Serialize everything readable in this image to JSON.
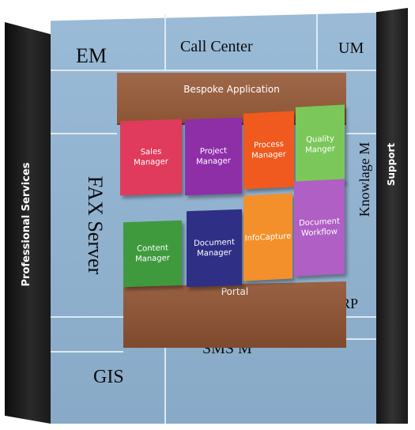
{
  "outer": {
    "left_side_label": "Professional Services",
    "right_side_label": "Support",
    "top_cells": [
      "EM",
      "Call Center",
      "UM"
    ],
    "left_label": "FAX Server",
    "right_label": "Knowlage M",
    "bottom_right": "ERP",
    "bottom_center": "SMS M",
    "bottom_left": "GIS"
  },
  "inner": {
    "top_band": "Bespoke Application",
    "bottom_band": "Portal",
    "tiles": [
      {
        "label": "Sales Manager",
        "color": "#e03a5c"
      },
      {
        "label": "Project Manager",
        "color": "#8e2fa8"
      },
      {
        "label": "Process Manager",
        "color": "#f05a1e"
      },
      {
        "label": "Quality Manger",
        "color": "#7bc75a"
      },
      {
        "label": "Content Manager",
        "color": "#3f9a3d"
      },
      {
        "label": "Document Manager",
        "color": "#2f2f86"
      },
      {
        "label": "InfoCapture",
        "color": "#f3902b"
      },
      {
        "label": "Document Workflow",
        "color": "#b05fc4"
      }
    ]
  },
  "colors": {
    "panel_blue": "#8fb3d2",
    "brown": "#8b5535",
    "dark_side": "#1a1a1a"
  }
}
